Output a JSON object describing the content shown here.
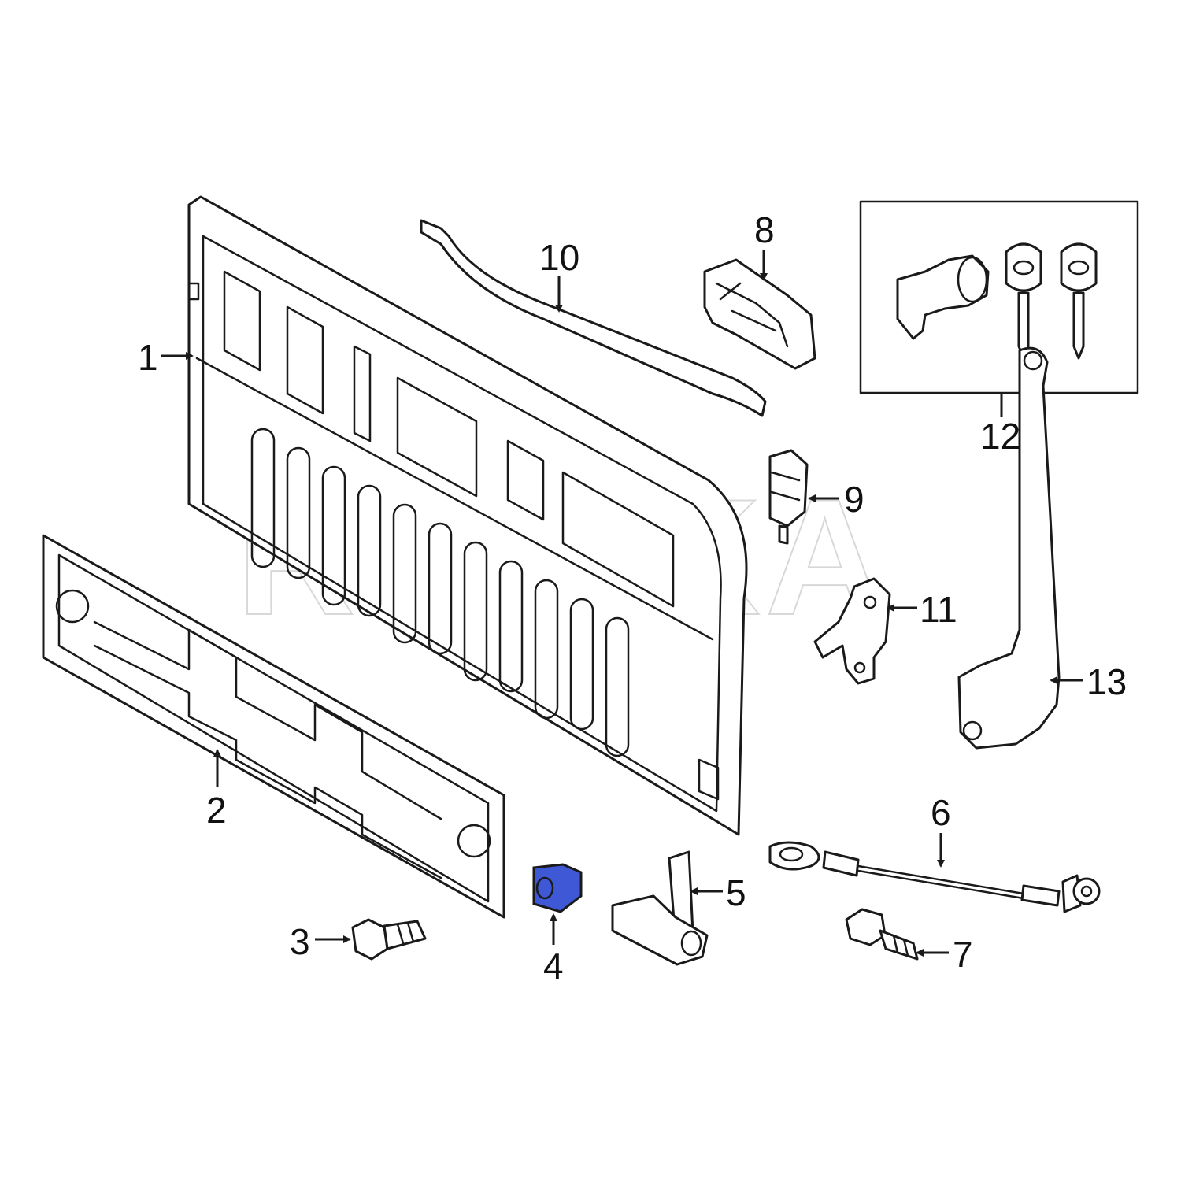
{
  "watermark": "REVIKA",
  "colors": {
    "highlight": "#3f59d6",
    "line": "#1a1a1a",
    "watermark": "#d8d8d8"
  },
  "callouts": [
    {
      "id": "1",
      "label": "1"
    },
    {
      "id": "2",
      "label": "2"
    },
    {
      "id": "3",
      "label": "3"
    },
    {
      "id": "4",
      "label": "4",
      "highlighted": true
    },
    {
      "id": "5",
      "label": "5"
    },
    {
      "id": "6",
      "label": "6"
    },
    {
      "id": "7",
      "label": "7"
    },
    {
      "id": "8",
      "label": "8"
    },
    {
      "id": "9",
      "label": "9"
    },
    {
      "id": "10",
      "label": "10"
    },
    {
      "id": "11",
      "label": "11"
    },
    {
      "id": "12",
      "label": "12"
    },
    {
      "id": "13",
      "label": "13"
    }
  ]
}
